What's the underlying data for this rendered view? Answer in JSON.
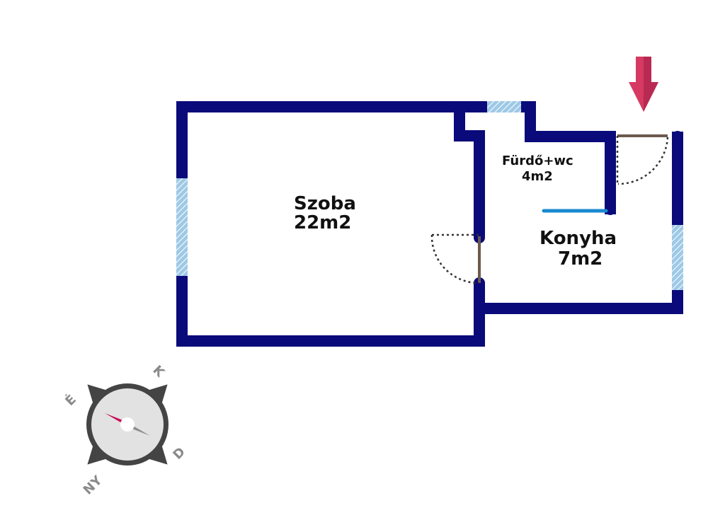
{
  "rooms": [
    {
      "id": "szoba",
      "name": "Szoba",
      "area": "22m2"
    },
    {
      "id": "furdo",
      "name": "Fürdő+wc",
      "area": "4m2"
    },
    {
      "id": "konyha",
      "name": "Konyha",
      "area": "7m2"
    }
  ],
  "compass": {
    "north": "É",
    "east": "K",
    "south": "D",
    "west": "NY"
  },
  "colors": {
    "wall": "#0a0a7a",
    "window": "#9ec9e6",
    "door": "#6b5a4e",
    "door_swing": "#333333",
    "partition": "#1a8ad0",
    "entrance_arrow": "#d63a62",
    "compass_needle_north": "#c8105a",
    "compass_needle_south": "#8c8c8c",
    "compass_ring": "#444444",
    "compass_face": "#e2e2e2"
  },
  "icons": {
    "entrance": "arrow-down-icon",
    "compass": "compass-icon"
  }
}
